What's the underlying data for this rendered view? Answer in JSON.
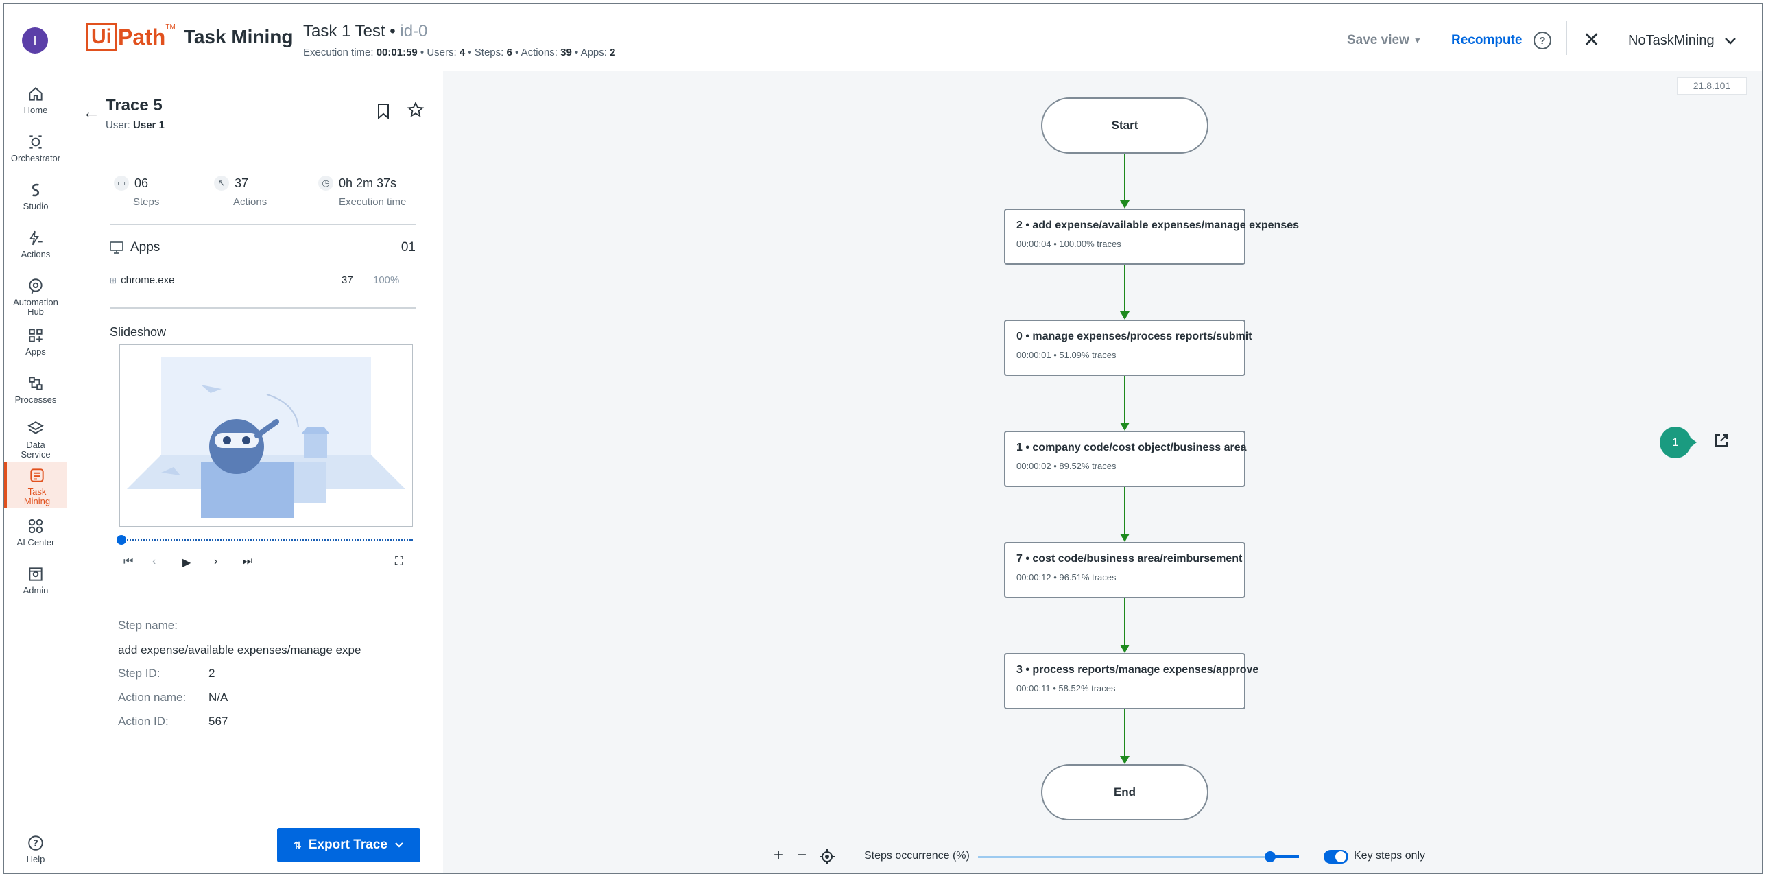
{
  "user": {
    "initial": "I"
  },
  "nav": [
    {
      "label": "Home",
      "icon": "home-icon"
    },
    {
      "label": "Orchestrator",
      "icon": "orchestrator-icon"
    },
    {
      "label": "Studio",
      "icon": "studio-icon"
    },
    {
      "label": "Actions",
      "icon": "actions-icon"
    },
    {
      "label": "Automation Hub",
      "icon": "automation-hub-icon"
    },
    {
      "label": "Apps",
      "icon": "apps-icon"
    },
    {
      "label": "Processes",
      "icon": "processes-icon"
    },
    {
      "label": "Data Service",
      "icon": "data-service-icon"
    },
    {
      "label": "Task Mining",
      "icon": "task-mining-icon",
      "active": true
    },
    {
      "label": "AI Center",
      "icon": "ai-center-icon"
    },
    {
      "label": "Admin",
      "icon": "admin-icon"
    }
  ],
  "nav_help": "Help",
  "brand": {
    "ui": "Ui",
    "path": "Path",
    "tm": "TM",
    "product": "Task Mining"
  },
  "header": {
    "title": "Task 1 Test •",
    "id": "id-0",
    "meta": {
      "exec_label": "Execution time: ",
      "exec_value": "00:01:59",
      "users_label": " • Users: ",
      "users_value": "4",
      "steps_label": " • Steps: ",
      "steps_value": "6",
      "actions_label": " • Actions: ",
      "actions_value": "39",
      "apps_label": " • Apps: ",
      "apps_value": "2"
    },
    "save_view": "Save view",
    "recompute": "Recompute",
    "help": "?",
    "tenant": "NoTaskMining"
  },
  "trace": {
    "title": "Trace 5",
    "user_label": "User: ",
    "user_value": "User 1",
    "stats": [
      {
        "value": "06",
        "caption": "Steps",
        "icon": "calendar-icon"
      },
      {
        "value": "37",
        "caption": "Actions",
        "icon": "cursor-click-icon"
      },
      {
        "value": "0h 2m 37s",
        "caption": "Execution time",
        "icon": "clock-icon"
      }
    ],
    "apps_title": "Apps",
    "apps_count": "01",
    "apps": [
      {
        "name": "chrome.exe",
        "count": "37",
        "percent": "100%"
      }
    ],
    "slideshow_label": "Slideshow",
    "details": [
      {
        "key": "Step name:",
        "value": ""
      },
      {
        "key": "",
        "value": "add expense/available expenses/manage expe"
      },
      {
        "key": "Step ID:",
        "value": "2"
      },
      {
        "key": "Action name:",
        "value": "N/A"
      },
      {
        "key": "Action ID:",
        "value": "567"
      }
    ],
    "export_label": "Export Trace"
  },
  "canvas": {
    "version": "21.8.101",
    "start": "Start",
    "end": "End",
    "nodes": [
      {
        "title": "2 • add expense/available expenses/manage expenses",
        "sub": "00:00:04 • 100.00% traces"
      },
      {
        "title": "0 • manage expenses/process reports/submit",
        "sub": "00:00:01 • 51.09% traces"
      },
      {
        "title": "1 • company code/cost object/business area",
        "sub": "00:00:02 • 89.52% traces"
      },
      {
        "title": "7 • cost code/business area/reimbursement",
        "sub": "00:00:12 • 96.51% traces"
      },
      {
        "title": "3 • process reports/manage expenses/approve",
        "sub": "00:00:11 • 58.52% traces"
      }
    ],
    "badge": "1",
    "edge_color": "#1e8a1e"
  },
  "toolbar": {
    "zoom_in": "+",
    "zoom_out": "−",
    "steps_occurrence": "Steps occurrence (%)",
    "steps_occurrence_value": 0.91,
    "key_steps_only": "Key steps only",
    "key_steps_on": true
  }
}
